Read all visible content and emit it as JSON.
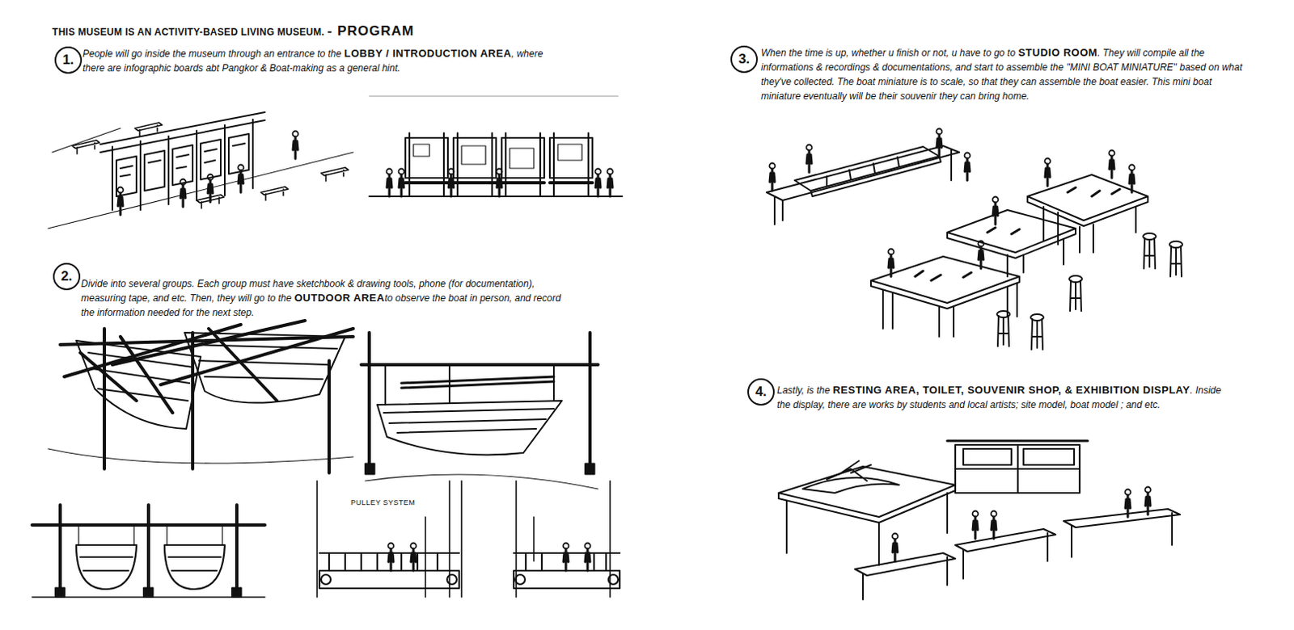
{
  "diagram": {
    "title": "THIS MUSEUM IS AN ACTIVITY-BASED LIVING MUSEUM.",
    "nodes": [
      {
        "text": [
          "1."
        ]
      },
      {
        "text": [
          "2."
        ]
      },
      {
        "text": [
          "3."
        ]
      },
      {
        "text": [
          "4."
        ]
      }
    ],
    "edges": [],
    "labels": [
      "- PROGRAM",
      "People will go inside the museum through an entrance to the",
      "LOBBY / INTRODUCTION AREA",
      ", where there are infographic boards abt Pangkor & Boat-making as a general hint.",
      "Divide into several groups. Each group must have sketchbook & drawing tools, phone (for documentation), measuring tape, and etc. Then, they will go to the",
      "OUTDOOR AREA",
      "to observe the boat in person, and record the information needed for the next step.",
      "PULLEY SYSTEM",
      "When the time is up, whether u finish or not, u have to go to",
      "STUDIO ROOM",
      ". They will compile all the informations & recordings & documentations, and start to assemble the",
      "\"MINI BOAT MINIATURE\"",
      "based on what they've collected. The boat miniature is to scale, so that they can assemble the boat easier. This mini boat miniature eventually will be their souvenir they can bring home.",
      "Lastly, is the",
      "RESTING AREA, TOILET, SOUVENIR SHOP, &",
      "EXHIBITION DISPLAY",
      ". Inside the display, there are works by students and local artists; site model, boat model ; and etc."
    ]
  }
}
